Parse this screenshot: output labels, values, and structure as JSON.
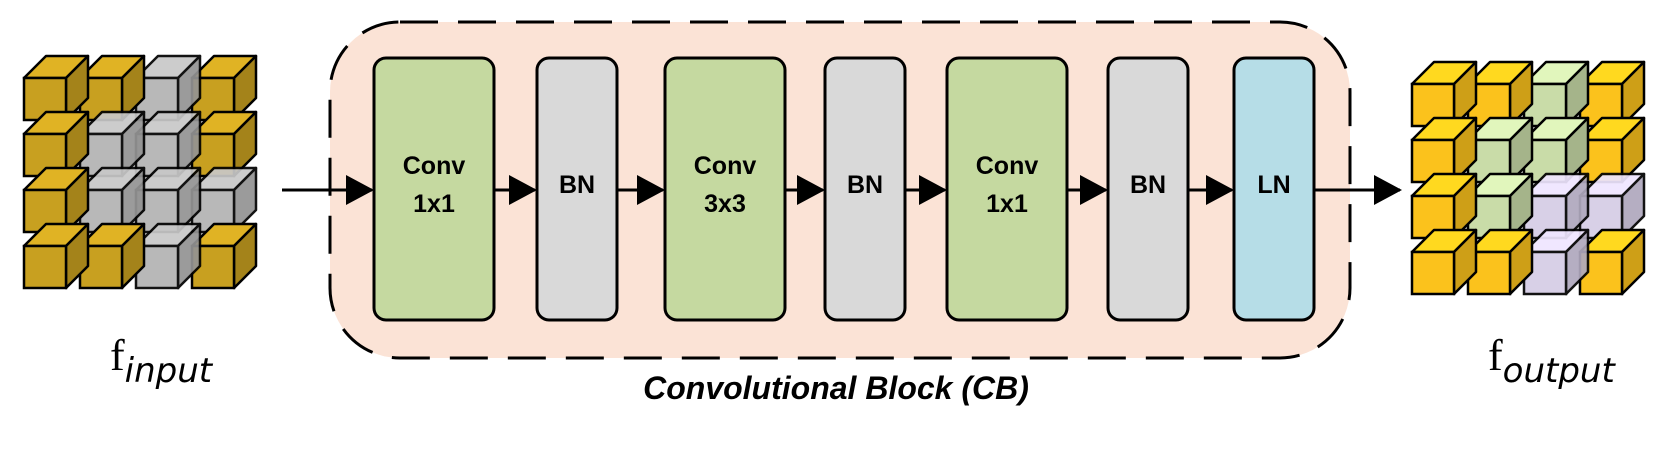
{
  "input_label": {
    "main": "f",
    "sub": "input"
  },
  "output_label": {
    "main": "f",
    "sub": "output"
  },
  "block_caption": "Convolutional Block (CB)",
  "layers": [
    {
      "line1": "Conv",
      "line2": "1x1",
      "kind": "conv"
    },
    {
      "line1": "BN",
      "line2": "",
      "kind": "bn"
    },
    {
      "line1": "Conv",
      "line2": "3x3",
      "kind": "conv"
    },
    {
      "line1": "BN",
      "line2": "",
      "kind": "bn"
    },
    {
      "line1": "Conv",
      "line2": "1x1",
      "kind": "conv"
    },
    {
      "line1": "BN",
      "line2": "",
      "kind": "bn"
    },
    {
      "line1": "LN",
      "line2": "",
      "kind": "ln"
    }
  ],
  "colors": {
    "block_fill": "#fbe3d6",
    "conv_fill": "#c5d9a0",
    "bn_fill": "#d9d9d9",
    "ln_fill": "#b6dde7",
    "input_cube": "#c8a020",
    "input_gray": "#b3b3b3",
    "output_cube": "#fbc21c",
    "output_green": "#c9dca8",
    "output_purple": "#d5cde6"
  }
}
